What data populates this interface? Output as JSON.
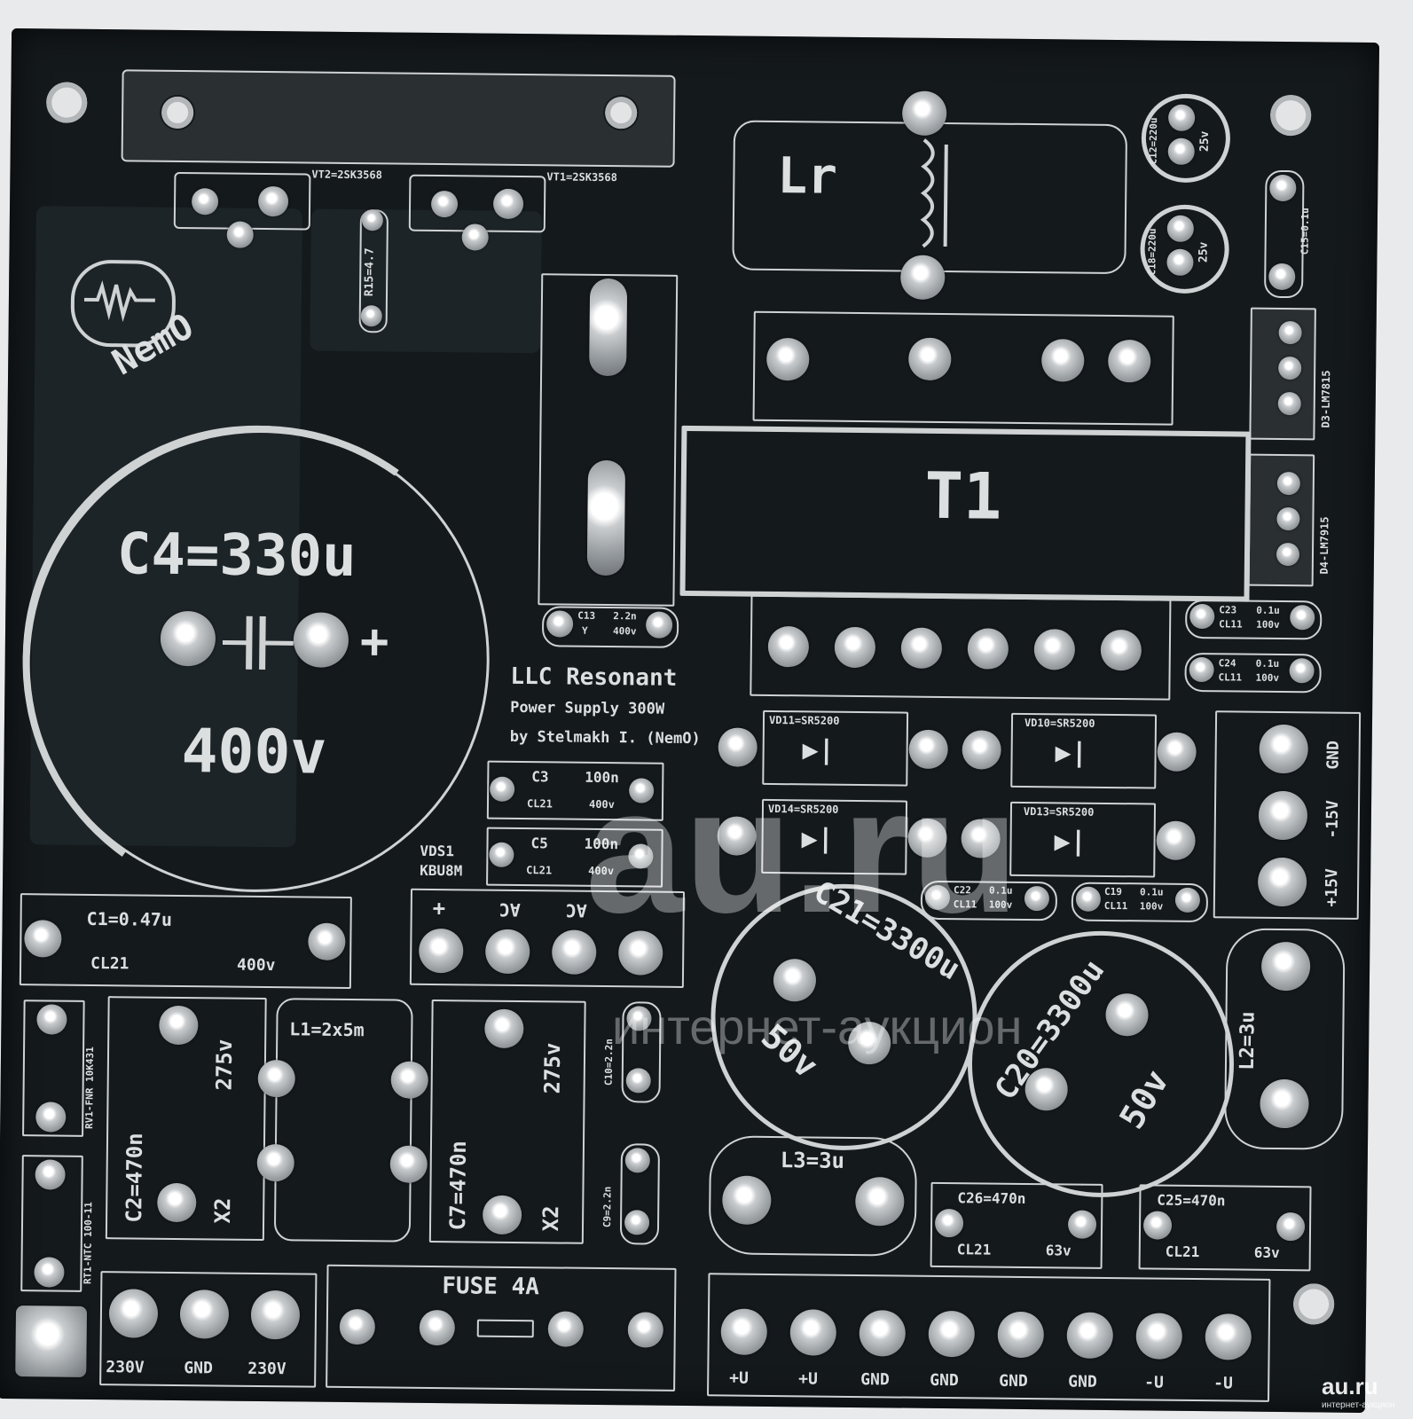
{
  "board": {
    "labels": {
      "vt2": "VT2=2SK3568",
      "vt1": "VT1=2SK3568",
      "r15": "R15=4.7",
      "lr": "Lr",
      "t1": "T1",
      "logo_name": "NemO",
      "c12": "C12=220u",
      "c12v": "25v",
      "c18": "C18=220u",
      "c18v": "25v",
      "c15": "C15=0.1u",
      "d3": "D3-LM7815",
      "d4": "D4-LM7915",
      "c4": "C4=330u",
      "c4v": "400v",
      "c4plus": "+",
      "c13": "C13",
      "c13a": "2.2n",
      "c13b": "Y",
      "c13c": "400v",
      "title1": "LLC Resonant",
      "title2": "Power Supply  300W",
      "title3": "by Stelmakh I. (NemO)",
      "c23": "C23",
      "c23a": "0.1u",
      "c23b": "CL11",
      "c23c": "100v",
      "c24": "C24",
      "c24a": "0.1u",
      "c24b": "CL11",
      "c24c": "100v",
      "vd11": "VD11=SR5200",
      "vd10": "VD10=SR5200",
      "vd14": "VD14=SR5200",
      "vd13": "VD13=SR5200",
      "c3": "C3",
      "c3a": "100n",
      "c3b": "CL21",
      "c3c": "400v",
      "c5": "C5",
      "c5a": "100n",
      "c5b": "CL21",
      "c5c": "400v",
      "vds1": "VDS1",
      "kbu": "KBU8M",
      "br_plus": "+",
      "br_ac1": "AC",
      "br_ac2": "AC",
      "c22": "C22",
      "c22a": "0.1u",
      "c22b": "CL11",
      "c22c": "100v",
      "c19": "C19",
      "c19a": "0.1u",
      "c19b": "CL11",
      "c19c": "100v",
      "gnd_r": "GND",
      "m15": "-15V",
      "p15": "+15V",
      "c1": "C1=0.47u",
      "c1b": "CL21",
      "c1c": "400v",
      "c21": "C21=3300u",
      "c21v": "50v",
      "c20": "C20=3300u",
      "c20v": "50v",
      "rv1": "RV1-FNR 10K431",
      "c2": "C2=470n",
      "c2v": "275v",
      "c2x": "X2",
      "l1": "L1=2x5m",
      "c7": "C7=470n",
      "c7v": "275v",
      "c7x": "X2",
      "c10": "C10=2.2n",
      "c9": "C9=2.2n",
      "l2": "L2=3u",
      "l3": "L3=3u",
      "c26": "C26=470n",
      "c26b": "CL21",
      "c26c": "63v",
      "c25": "C25=470n",
      "c25b": "CL21",
      "c25c": "63v",
      "rt1": "RT1-NTC 100-11",
      "fuse": "FUSE 4A",
      "in1": "230V",
      "in2": "GND",
      "in3": "230V",
      "out": [
        "+U",
        "+U",
        "GND",
        "GND",
        "GND",
        "GND",
        "-U",
        "-U"
      ]
    }
  },
  "watermark": {
    "main": "au.ru",
    "sub": "интернет-аукцион",
    "corner": "au.ru",
    "corner_sub": "интернет-аукцион"
  }
}
